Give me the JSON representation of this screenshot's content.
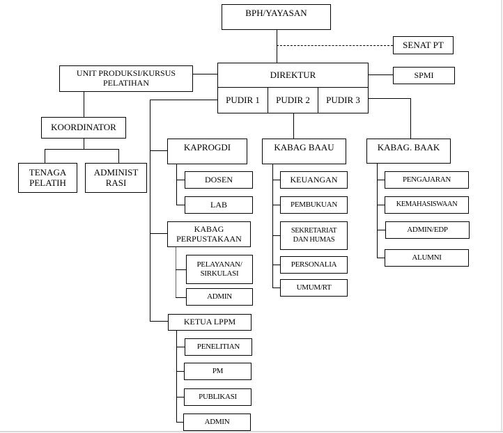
{
  "diagram": {
    "type": "organizational-chart",
    "top": {
      "bph": "BPH/YAYASAN",
      "senat": "SENAT PT",
      "spmi": "SPMI"
    },
    "direktur": {
      "title": "DIREKTUR",
      "pudir": [
        "PUDIR 1",
        "PUDIR 2",
        "PUDIR 3"
      ]
    },
    "unit_produksi": {
      "title": "UNIT PRODUKSI/KURSUS\nPELATIHAN",
      "koordinator": "KOORDINATOR",
      "children": [
        "TENAGA\nPELATIH",
        "ADMINIST\nRASI"
      ]
    },
    "pudir1": {
      "kaprogdi": {
        "title": "KAPROGDI",
        "children": [
          "DOSEN",
          "LAB"
        ]
      },
      "perpustakaan": {
        "title": "KABAG\nPERPUSTAKAAN",
        "children": [
          "PELAYANAN/\nSIRKULASI",
          "ADMIN"
        ]
      },
      "lppm": {
        "title": "KETUA LPPM",
        "children": [
          "PENELITIAN",
          "PM",
          "PUBLIKASI",
          "ADMIN"
        ]
      }
    },
    "pudir2": {
      "baau": {
        "title": "KABAG BAAU",
        "children": [
          "KEUANGAN",
          "PEMBUKUAN",
          "SEKRETARIAT\nDAN HUMAS",
          "PERSONALIA",
          "UMUM/RT"
        ]
      }
    },
    "pudir3": {
      "baak": {
        "title": "KABAG. BAAK",
        "children": [
          "PENGAJARAN",
          "KEMAHASISWAAN",
          "ADMIN/EDP",
          "ALUMNI"
        ]
      }
    }
  }
}
